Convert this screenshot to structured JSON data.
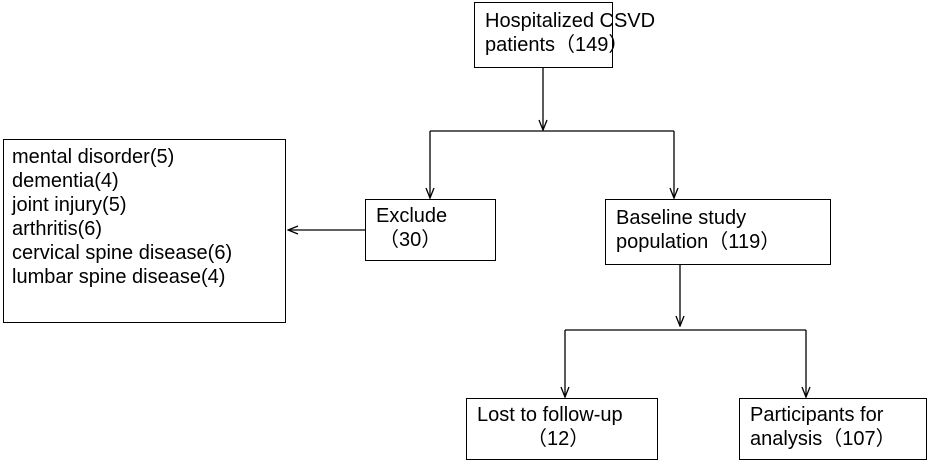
{
  "nodes": {
    "hospitalized": {
      "lines": [
        "Hospitalized CSVD",
        "patients（149）"
      ]
    },
    "exclusion_list": {
      "lines": [
        "mental disorder(5)",
        "dementia(4)",
        "joint injury(5)",
        "arthritis(6)",
        "cervical spine disease(6)",
        "lumbar spine disease(4)"
      ]
    },
    "exclude": {
      "lines": [
        "Exclude",
        "（30）"
      ]
    },
    "baseline": {
      "lines": [
        "Baseline study",
        "population（119）"
      ]
    },
    "lost": {
      "lines": [
        "Lost to follow-up",
        "（12）"
      ]
    },
    "participants": {
      "lines": [
        "Participants for",
        "analysis（107）"
      ]
    }
  },
  "edges": [
    {
      "from": "hospitalized",
      "to": "exclude"
    },
    {
      "from": "hospitalized",
      "to": "baseline"
    },
    {
      "from": "exclude",
      "to": "exclusion_list"
    },
    {
      "from": "baseline",
      "to": "lost"
    },
    {
      "from": "baseline",
      "to": "participants"
    }
  ],
  "colors": {
    "stroke": "#000000",
    "background": "#ffffff"
  }
}
